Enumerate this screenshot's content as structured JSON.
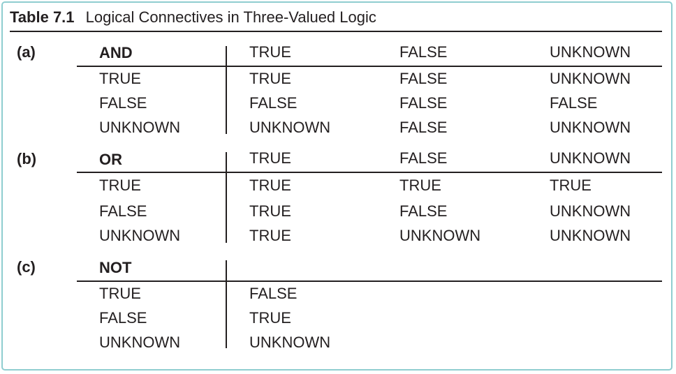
{
  "caption": {
    "number": "Table 7.1",
    "title": "Logical Connectives in Three-Valued Logic"
  },
  "sections": [
    {
      "label": "(a)",
      "operator": "AND",
      "columns": [
        "TRUE",
        "FALSE",
        "UNKNOWN"
      ],
      "rows": [
        {
          "name": "TRUE",
          "values": [
            "TRUE",
            "FALSE",
            "UNKNOWN"
          ]
        },
        {
          "name": "FALSE",
          "values": [
            "FALSE",
            "FALSE",
            "FALSE"
          ]
        },
        {
          "name": "UNKNOWN",
          "values": [
            "UNKNOWN",
            "FALSE",
            "UNKNOWN"
          ]
        }
      ]
    },
    {
      "label": "(b)",
      "operator": "OR",
      "columns": [
        "TRUE",
        "FALSE",
        "UNKNOWN"
      ],
      "rows": [
        {
          "name": "TRUE",
          "values": [
            "TRUE",
            "TRUE",
            "TRUE"
          ]
        },
        {
          "name": "FALSE",
          "values": [
            "TRUE",
            "FALSE",
            "UNKNOWN"
          ]
        },
        {
          "name": "UNKNOWN",
          "values": [
            "TRUE",
            "UNKNOWN",
            "UNKNOWN"
          ]
        }
      ]
    },
    {
      "label": "(c)",
      "operator": "NOT",
      "columns": [],
      "rows": [
        {
          "name": "TRUE",
          "values": [
            "FALSE"
          ]
        },
        {
          "name": "FALSE",
          "values": [
            "TRUE"
          ]
        },
        {
          "name": "UNKNOWN",
          "values": [
            "UNKNOWN"
          ]
        }
      ]
    }
  ],
  "colors": {
    "border": "#8fcdd0",
    "text": "#231f20"
  }
}
